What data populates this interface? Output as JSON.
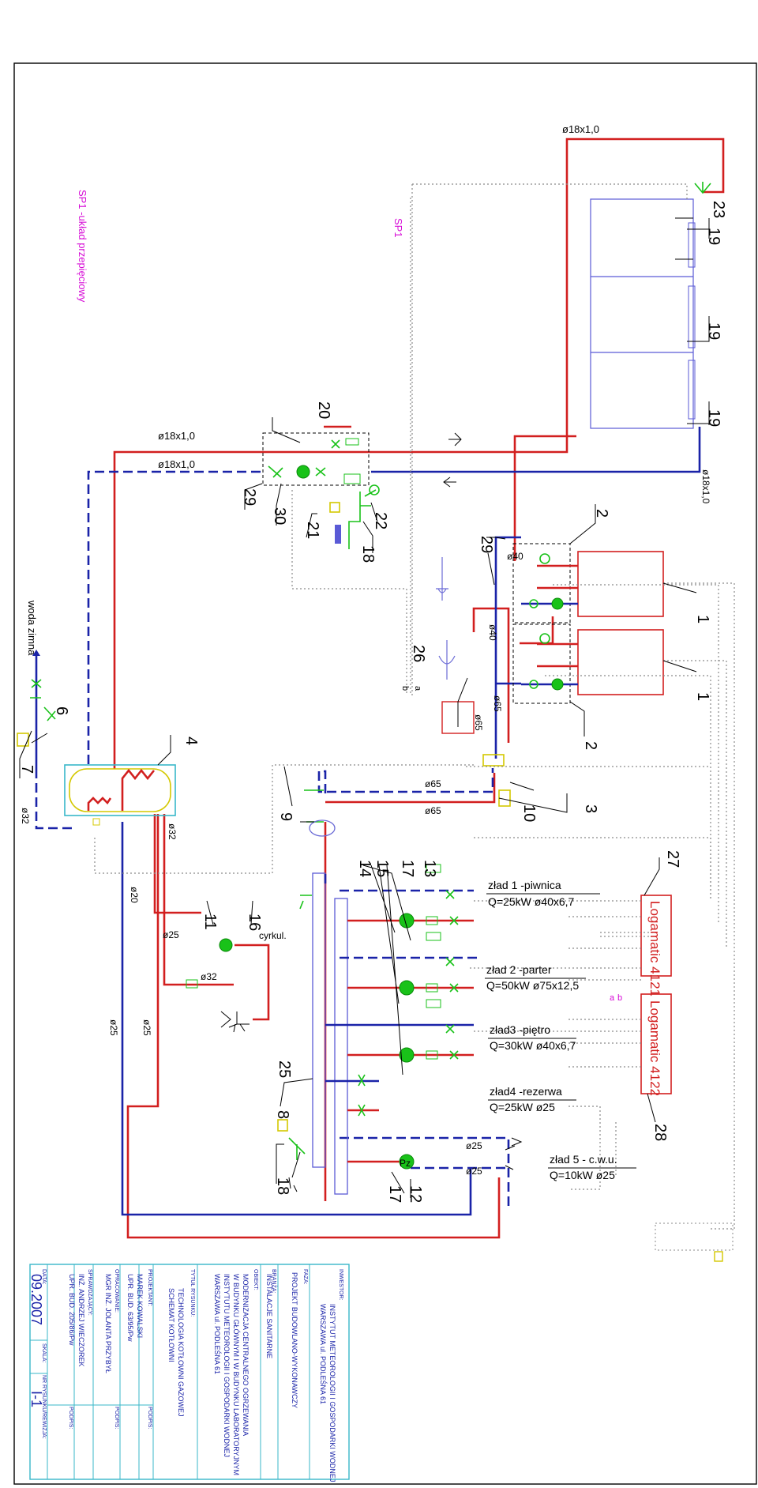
{
  "diagram": {
    "pipe_labels": {
      "p18_top": "ø18x1,0",
      "p18_red": "ø18x1,0",
      "p18_blue": "ø18x1,0",
      "p18_right": "ø18x1,0",
      "p40a": "ø40",
      "p40b": "ø40",
      "p65a": "ø65",
      "p65b": "ø65",
      "p65c": "ø65",
      "p65d": "ø65",
      "p32a": "ø32",
      "p32b": "ø32",
      "p32c": "ø32",
      "p20": "ø20",
      "p25a": "ø25",
      "p25b": "ø25",
      "p25c": "ø25",
      "p25d": "ø25",
      "p25e": "ø25",
      "cyrkul": "cyrkul."
    },
    "texts": {
      "sp1_title": "SP1 -układ przepięciowy",
      "sp1": "SP1",
      "cold_water": "woda zimna",
      "a1": "a",
      "b1": "b",
      "a2": "a",
      "b2": "b",
      "pz": "Pz"
    },
    "numbers": {
      "n1a": "1",
      "n1b": "1",
      "n2a": "2",
      "n2b": "2",
      "n3": "3",
      "n4": "4",
      "n6": "6",
      "n7": "7",
      "n8": "8",
      "n9": "9",
      "n10": "10",
      "n11": "11",
      "n12": "12",
      "n13": "13",
      "n14": "14",
      "n15": "15",
      "n16": "16",
      "n17a": "17",
      "n17b": "17",
      "n18a": "18",
      "n18b": "18",
      "n19a": "19",
      "n19b": "19",
      "n19c": "19",
      "n20": "20",
      "n21": "21",
      "n22": "22",
      "n23": "23",
      "n25": "25",
      "n26": "26",
      "n27": "27",
      "n28": "28",
      "n29a": "29",
      "n29b": "29",
      "n30": "30"
    },
    "circuits": [
      {
        "name": "zład 1 -piwnica",
        "detail": "Q=25kW  ø40x6,7"
      },
      {
        "name": "zład 2 -parter",
        "detail": "Q=50kW    ø75x12,5"
      },
      {
        "name": "zład3 -piętro",
        "detail": "Q=30kW  ø40x6,7"
      },
      {
        "name": "zład4 -rezerwa",
        "detail": "Q=25kW  ø25"
      },
      {
        "name": "zład 5 - c.w.u.",
        "detail": "Q=10kW  ø25"
      }
    ],
    "controllers": {
      "c1": "Logamatic 4121",
      "c2": "Logamatic 4122"
    }
  },
  "title_block": {
    "investor_label": "INWESTOR:",
    "investor": "INSTYTUT METEOROLOGII I GOSPODARKI WODNEJ",
    "investor_addr": "WARSZAWA  ul. PODLEŚNA 61",
    "phase_label": "FAZA:",
    "phase": "PROJEKT BUDOWLANO-WYKONAWCZY",
    "branch_label": "BRANŻA:",
    "branch": "INSTALACJE SANITARNE",
    "object_label": "OBIEKT:",
    "object_1": "MODERNIZACJA CENTRALNEGO OGRZEWANIA",
    "object_2": "W BUDYNKU GŁÓWNYM I W BUDYNKU LABORATORYJNYM",
    "object_3": "INSTYTUTU METEOROLOGII I GOSPODARKI WODNEJ",
    "object_4": "WARSZAWA  ul. PODLEŚNA 61",
    "drawing_label": "TYTUŁ RYSUNKU:",
    "drawing_1": "TECHNOLOGIA KOTŁOWNI GAZOWEJ",
    "drawing_2": "SCHEMAT KOTŁOWNI",
    "designer_label": "PROJEKTANT:",
    "designer": "MAREK KOWALSKI",
    "designer_lic": "UPR. BUD. 63/95/Pw",
    "sign_label1": "PODPIS:",
    "developed_label": "OPRACOWANIE:",
    "developed": "MGR INŻ. JOLANTA PRZYBYŁ",
    "sign_label2": "PODPIS:",
    "checked_label": "SPRAWDZAJĄCY:",
    "checked": "INŻ. ANDRZEJ WIECZOREK",
    "checked_lic": "UPR. BUD. 205/86/Pw",
    "sign_label3": "PODPIS:",
    "date_label": "DATA:",
    "date": "09.2007",
    "scale_label": "SKALA:",
    "sheet_label": "NR RYSUNKU/REWIZJA:",
    "sheet": "I-1"
  }
}
